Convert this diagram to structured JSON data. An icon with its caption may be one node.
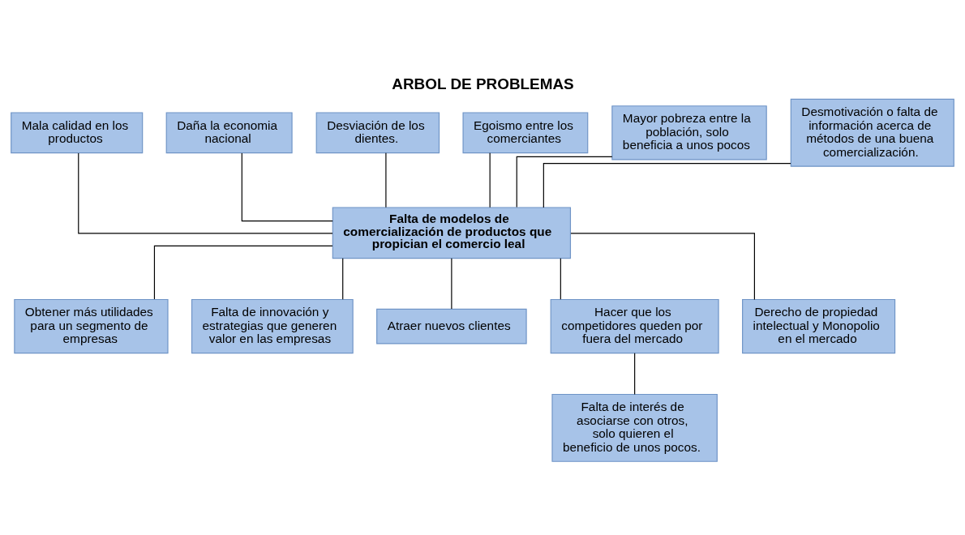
{
  "diagram": {
    "title": "ARBOL DE PROBLEMAS",
    "nodes": [
      {
        "text": [
          "Mala calidad en los productos"
        ]
      },
      {
        "text": [
          "Daña la economia nacional"
        ]
      },
      {
        "text": [
          "Desviación de los dientes."
        ]
      },
      {
        "text": [
          "Egoismo entre los comerciantes"
        ]
      },
      {
        "text": [
          "Mayor pobreza entre la población, solo beneficia a unos pocos"
        ]
      },
      {
        "text": [
          "Desmotivación o falta de información acerca de métodos de una buena comercialización."
        ]
      },
      {
        "text": [
          "Falta de modelos de comercialización de productos que propician el comercio leal"
        ]
      },
      {
        "text": [
          "Obtener más utilidades para un segmento de empresas"
        ]
      },
      {
        "text": [
          "Falta de innovación y estrategias que generen valor en las empresas"
        ]
      },
      {
        "text": [
          "Atraer nuevos clientes"
        ]
      },
      {
        "text": [
          "Hacer que los competidores queden por fuera del mercado"
        ]
      },
      {
        "text": [
          "Derecho de propiedad intelectual y Monopolio en el mercado"
        ]
      },
      {
        "text": [
          "Falta de interés de asociarse con otros, solo quieren el beneficio de unos pocos."
        ]
      }
    ],
    "edges": [
      {
        "from": 0,
        "to": 6,
        "arrow": "none"
      },
      {
        "from": 1,
        "to": 6,
        "arrow": "none"
      },
      {
        "from": 2,
        "to": 6,
        "arrow": "none"
      },
      {
        "from": 3,
        "to": 6,
        "arrow": "none"
      },
      {
        "from": 4,
        "to": 6,
        "arrow": "none"
      },
      {
        "from": 5,
        "to": 6,
        "arrow": "none"
      },
      {
        "from": 6,
        "to": 7,
        "arrow": "none"
      },
      {
        "from": 6,
        "to": 8,
        "arrow": "none"
      },
      {
        "from": 6,
        "to": 9,
        "arrow": "none"
      },
      {
        "from": 6,
        "to": 10,
        "arrow": "none"
      },
      {
        "from": 6,
        "to": 11,
        "arrow": "none"
      },
      {
        "from": 10,
        "to": 12,
        "arrow": "none"
      }
    ]
  }
}
